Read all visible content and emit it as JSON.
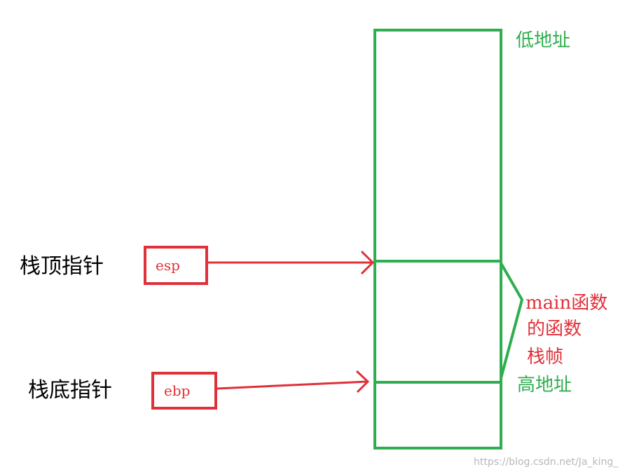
{
  "labels": {
    "top_pointer": "栈顶指针",
    "bottom_pointer": "栈底指针",
    "esp": "esp",
    "ebp": "ebp",
    "low_address": "低地址",
    "high_address": "高地址",
    "frame_line1": "main函数",
    "frame_line2": "的函数",
    "frame_line3": "栈帧"
  },
  "watermark": "https://blog.csdn.net/Ja_king_",
  "colors": {
    "stack": "#2eae4e",
    "pointer": "#e0303a",
    "text": "#000000",
    "watermark": "#b8b8b8"
  }
}
